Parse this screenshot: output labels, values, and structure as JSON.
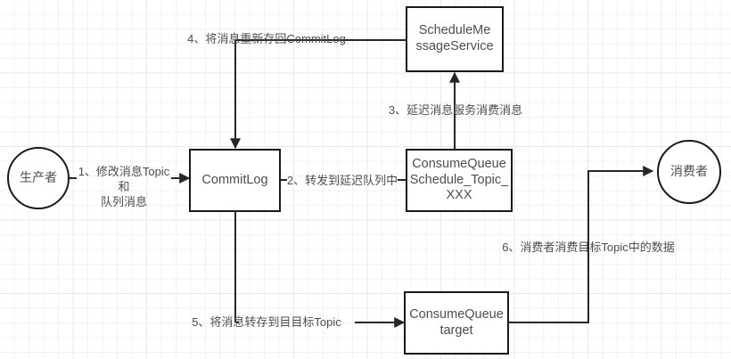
{
  "diagram": {
    "title": "RocketMQ delay message flow",
    "colors": {
      "node_border": "#1a1a1a",
      "node_text": "#4d4d4d",
      "edge": "#262626",
      "grid_minor": "#f2f2f2",
      "grid_major": "#e8e8e8",
      "background": "#ffffff"
    },
    "nodes": [
      {
        "id": "producer",
        "shape": "circle",
        "label": "生产者"
      },
      {
        "id": "commitlog",
        "shape": "box",
        "label": "CommitLog"
      },
      {
        "id": "schedule_service",
        "shape": "box",
        "label": "ScheduleMe\nssageService"
      },
      {
        "id": "consumequeue_schedule",
        "shape": "box",
        "label": "ConsumeQueue\nSchedule_Topic_\nXXX"
      },
      {
        "id": "consumequeue_target",
        "shape": "box",
        "label": "ConsumeQueue\ntarget"
      },
      {
        "id": "consumer",
        "shape": "circle",
        "label": "消费者"
      }
    ],
    "edge_labels": [
      {
        "id": "step1",
        "text": "1、修改消息Topic和\n队列消息"
      },
      {
        "id": "step2",
        "text": "2、转发到延迟队列中"
      },
      {
        "id": "step3",
        "text": "3、延迟消息服务消费消息"
      },
      {
        "id": "step4",
        "text": "4、将消息重新存回CommitLog"
      },
      {
        "id": "step5",
        "text": "5、将消息转存到目目标Topic"
      },
      {
        "id": "step6",
        "text": "6、消费者消费目标Topic中的数据"
      }
    ]
  }
}
